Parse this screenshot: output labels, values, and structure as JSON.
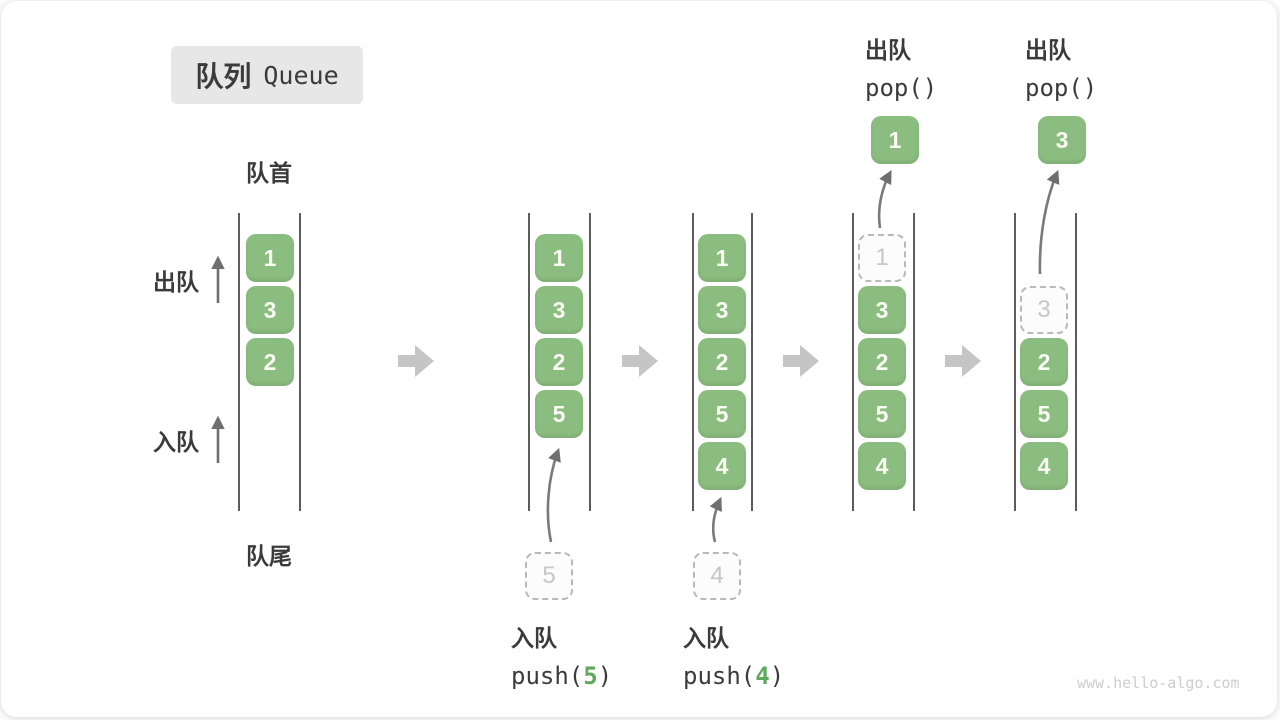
{
  "title": {
    "zh": "队列",
    "en": "Queue"
  },
  "labels": {
    "front": "队首",
    "rear": "队尾",
    "dequeue": "出队",
    "enqueue": "入队"
  },
  "states": [
    {
      "boxes": [
        "1",
        "3",
        "2"
      ]
    },
    {
      "boxes": [
        "1",
        "3",
        "2",
        "5"
      ],
      "incoming": "5"
    },
    {
      "boxes": [
        "1",
        "3",
        "2",
        "5",
        "4"
      ],
      "incoming": "4"
    },
    {
      "ghost": "1",
      "boxes": [
        "3",
        "2",
        "5",
        "4"
      ],
      "popped": "1"
    },
    {
      "ghost": "3",
      "boxes": [
        "2",
        "5",
        "4"
      ],
      "popped": "3"
    }
  ],
  "operations": {
    "push5": {
      "action": "入队",
      "code_pre": "push(",
      "arg": "5",
      "code_post": ")"
    },
    "push4": {
      "action": "入队",
      "code_pre": "push(",
      "arg": "4",
      "code_post": ")"
    },
    "pop1": {
      "action": "出队",
      "code": "pop()"
    },
    "pop2": {
      "action": "出队",
      "code": "pop()"
    }
  },
  "watermark": "www.hello-algo.com",
  "colors": {
    "box_green": "#8bbd80",
    "arg_green": "#5ea95e",
    "label_dark": "#3b3b3b",
    "ghost_border": "#b9b9b9",
    "block_arrow_gray": "#c5c5c5",
    "thin_arrow_gray": "#7a7a7a",
    "wall_gray": "#5c5c5c"
  }
}
